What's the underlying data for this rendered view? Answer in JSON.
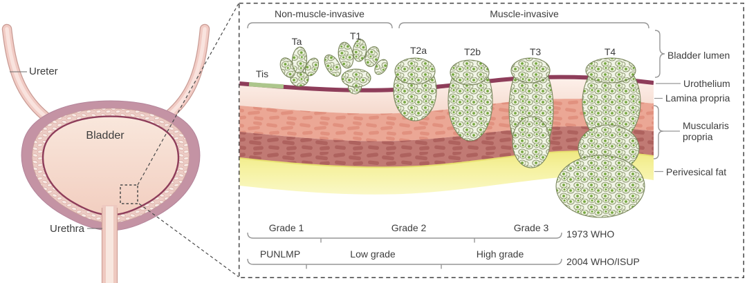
{
  "figure": {
    "anatomy": {
      "ureter": "Ureter",
      "bladder": "Bladder",
      "urethra": "Urethra"
    },
    "panel": {
      "invasion_groups": [
        {
          "id": "non-muscle-invasive",
          "label": "Non-muscle-invasive"
        },
        {
          "id": "muscle-invasive",
          "label": "Muscle-invasive"
        }
      ],
      "stages": [
        {
          "id": "tis",
          "label": "Tis"
        },
        {
          "id": "ta",
          "label": "Ta"
        },
        {
          "id": "t1",
          "label": "T1"
        },
        {
          "id": "t2a",
          "label": "T2a"
        },
        {
          "id": "t2b",
          "label": "T2b"
        },
        {
          "id": "t3",
          "label": "T3"
        },
        {
          "id": "t4",
          "label": "T4"
        }
      ],
      "tissue_layers": [
        {
          "id": "bladder-lumen",
          "label": "Bladder lumen"
        },
        {
          "id": "urothelium",
          "label": "Urothelium"
        },
        {
          "id": "lamina-propria",
          "label": "Lamina propria"
        },
        {
          "id": "muscularis-propria",
          "label": "Muscularis propria"
        },
        {
          "id": "perivesical-fat",
          "label": "Perivesical fat"
        }
      ],
      "grading_scales": [
        {
          "system": "1973 WHO",
          "grades": [
            "Grade 1",
            "Grade 2",
            "Grade 3"
          ]
        },
        {
          "system": "2004 WHO/ISUP",
          "grades": [
            "PUNLMP",
            "Low grade",
            "High grade"
          ]
        }
      ]
    },
    "colors": {
      "urothelium": "#8e3d5a",
      "tis_segment": "#adc68c",
      "tumor_cell_fill": "#ebf1da",
      "tumor_nucleus": "#74a63f",
      "lamina_propria": "#f8e0d6",
      "muscularis_outer": "#eba795",
      "muscularis_inner": "#c17a74",
      "perivesical_fat": "#f2ee8e",
      "bladder_wall": "#c493a4",
      "label_text": "#3c3c3c"
    }
  }
}
